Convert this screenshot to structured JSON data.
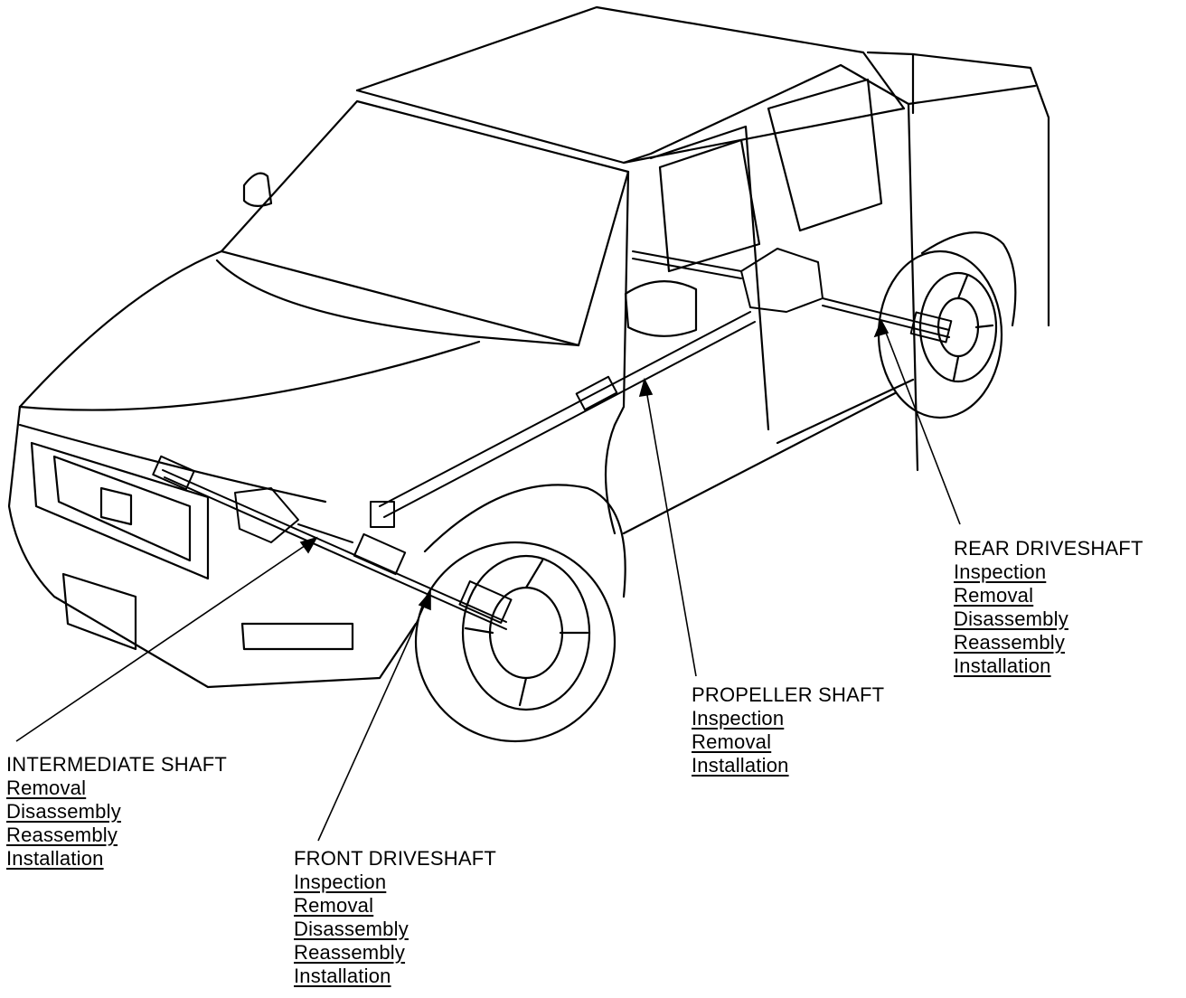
{
  "callouts": {
    "rear": {
      "title": "REAR DRIVESHAFT",
      "links": [
        "Inspection",
        "Removal",
        "Disassembly",
        "Reassembly",
        "Installation"
      ]
    },
    "propeller": {
      "title": "PROPELLER SHAFT",
      "links": [
        "Inspection",
        "Removal",
        "Installation"
      ]
    },
    "intermediate": {
      "title": "INTERMEDIATE SHAFT",
      "links": [
        "Removal",
        "Disassembly",
        "Reassembly",
        "Installation"
      ]
    },
    "front": {
      "title": "FRONT DRIVESHAFT",
      "links": [
        "Inspection",
        "Removal",
        "Disassembly",
        "Reassembly",
        "Installation"
      ]
    }
  }
}
